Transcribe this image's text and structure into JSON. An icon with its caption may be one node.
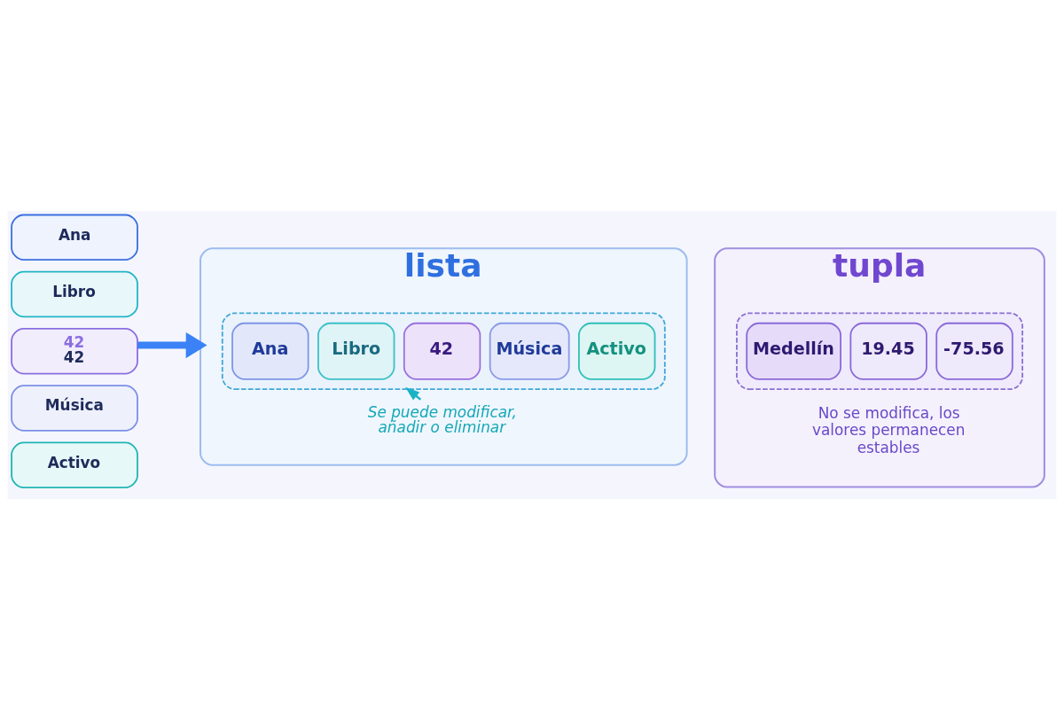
{
  "diagram": {
    "nodes": [
      {
        "text": [
          "Ana"
        ]
      },
      {
        "text": [
          "Libro"
        ]
      },
      {
        "text": [
          "42",
          "42"
        ]
      },
      {
        "text": [
          "Música"
        ]
      },
      {
        "text": [
          "Activo"
        ]
      },
      {
        "text": [
          "lista"
        ]
      },
      {
        "text": [],
        "shape": "box",
        "in": 5
      },
      {
        "text": [
          "Ana"
        ],
        "in": 6
      },
      {
        "text": [
          "Libro"
        ],
        "in": 6
      },
      {
        "text": [
          "42"
        ],
        "in": 6
      },
      {
        "text": [
          "Música"
        ],
        "in": 6
      },
      {
        "text": [
          "Activo"
        ],
        "in": 6
      },
      {
        "text": [
          "Se puede modificar, añadir o eliminar"
        ],
        "in": 5
      },
      {
        "text": [
          "tupla"
        ]
      },
      {
        "text": [],
        "shape": "box",
        "in": 13
      },
      {
        "text": [
          "Medellín"
        ],
        "in": 14
      },
      {
        "text": [
          "19.45"
        ],
        "in": 14
      },
      {
        "text": [
          "-75.56"
        ],
        "in": 14
      }
    ],
    "edges": [
      {
        "from": 2,
        "to": 5,
        "arrow": "to",
        "style": "thick",
        "color": "#3b82f6"
      },
      {
        "from": 12,
        "to": 6,
        "arrow": "to",
        "color": "#19b3c4"
      }
    ],
    "labels": [
      "No se modifica, los valores permanecen estables"
    ]
  }
}
